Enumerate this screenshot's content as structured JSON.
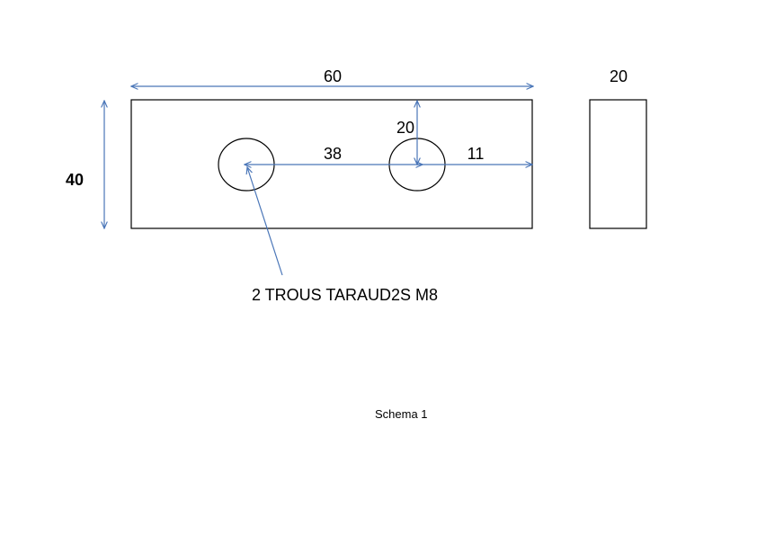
{
  "drawing": {
    "dimensions": {
      "total_length": "60",
      "height": "40",
      "thickness": "20",
      "hole_spacing": "38",
      "hole_from_top": "20",
      "hole_from_right": "11"
    },
    "callout": "2 TROUS TARAUD2S M8",
    "caption": "Schema 1",
    "colors": {
      "dimension_line": "#4a76b8",
      "outline": "#000000"
    }
  }
}
